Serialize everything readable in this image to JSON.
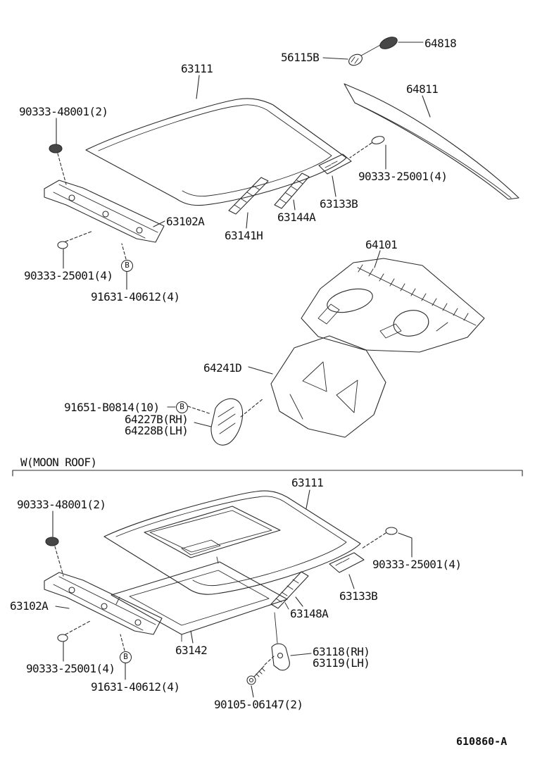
{
  "diagram": {
    "section_label": "W(MOON ROOF)",
    "drawing_number": "610860-A",
    "fastener_symbol": "B",
    "part_numbers": {
      "p63111": "63111",
      "p64811": "64811",
      "p64818": "64818",
      "p56115B": "56115B",
      "p63102A": "63102A",
      "p63141H": "63141H",
      "p63144A": "63144A",
      "p63133B": "63133B",
      "p64101": "64101",
      "p64241D": "64241D",
      "p64227B": "64227B(RH)",
      "p64228B": "64228B(LH)",
      "p63142": "63142",
      "p63148A": "63148A",
      "p63118": "63118(RH)",
      "p63119": "63119(LH)",
      "f90333_48001": "90333-48001(2)",
      "f90333_25001": "90333-25001(4)",
      "f91631_40612": "91631-40612(4)",
      "f91651_B0814": "91651-B0814(10)",
      "f90105_06147": "90105-06147(2)"
    }
  }
}
